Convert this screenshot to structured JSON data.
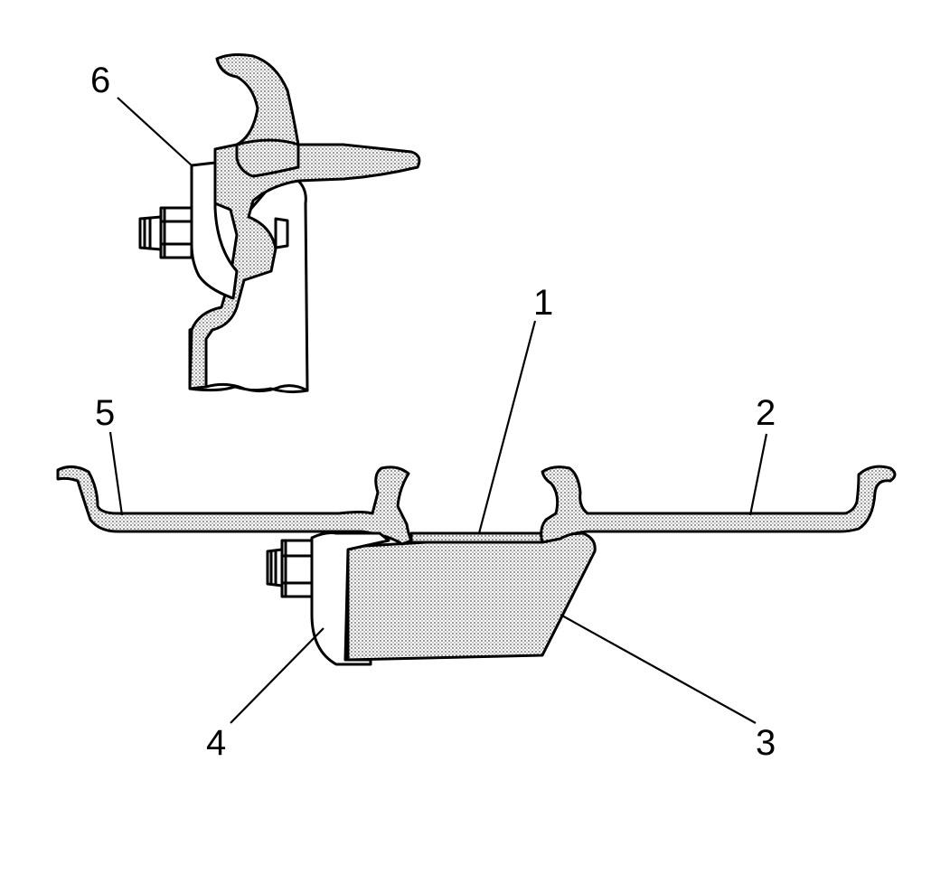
{
  "callouts": [
    {
      "id": "1",
      "text": "1"
    },
    {
      "id": "2",
      "text": "2"
    },
    {
      "id": "3",
      "text": "3"
    },
    {
      "id": "4",
      "text": "4"
    },
    {
      "id": "5",
      "text": "5"
    },
    {
      "id": "6",
      "text": "6"
    }
  ],
  "colors": {
    "line": "#000000",
    "background": "#ffffff",
    "shading": "#c8c8c8"
  }
}
